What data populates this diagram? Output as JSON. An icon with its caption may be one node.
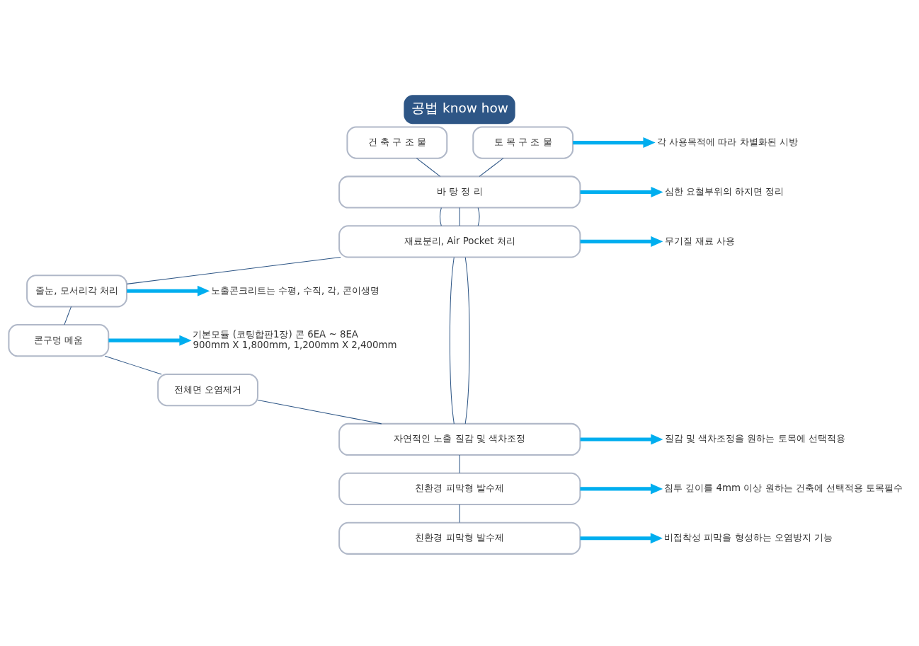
{
  "diagram": {
    "title": "공법 know how",
    "nodes": [
      {
        "text": [
          "건 축 구 조 물"
        ]
      },
      {
        "text": [
          "토 목 구 조 물"
        ]
      },
      {
        "text": [
          "바 탕 정 리"
        ]
      },
      {
        "text": [
          "재료분리, Air Pocket 처리"
        ]
      },
      {
        "text": [
          "줄눈, 모서리각 처리"
        ]
      },
      {
        "text": [
          "콘구멍 메움"
        ]
      },
      {
        "text": [
          "전체면 오염제거"
        ]
      },
      {
        "text": [
          "자연적인 노출 질감 및 색차조정"
        ]
      },
      {
        "text": [
          "친환경 피막형 발수제"
        ]
      },
      {
        "text": [
          "친환경 피막형 발수제"
        ]
      },
      {
        "text": [
          "각 사용목적에 따라 차별화된 시방"
        ]
      },
      {
        "text": [
          "심한 요철부위의 하지면 정리"
        ]
      },
      {
        "text": [
          "무기질 재료 사용"
        ]
      },
      {
        "text": [
          "노출콘크리트는 수평, 수직, 각, 콘이생명"
        ]
      },
      {
        "text": [
          "기본모듈 (코팅합판1장) 콘 6EA ~ 8EA",
          "900mm X 1,800mm, 1,200mm X 2,400mm"
        ]
      },
      {
        "text": [
          "질감 및 색차조정을 원하는 토목에 선택적용"
        ]
      },
      {
        "text": [
          "침투 깊이를 4mm 이상 원하는 건축에 선택적용 토목필수"
        ]
      },
      {
        "text": [
          "비접착성 피막을 형성하는 오염방지 기능"
        ]
      }
    ],
    "edges": [
      {
        "from": 0,
        "to": 2,
        "arrow": "none"
      },
      {
        "from": 1,
        "to": 2,
        "arrow": "none"
      },
      {
        "from": 2,
        "to": 3,
        "arrow": "none"
      },
      {
        "from": 2,
        "to": 3,
        "arrow": "none"
      },
      {
        "from": 2,
        "to": 3,
        "arrow": "none"
      },
      {
        "from": 3,
        "to": 4,
        "arrow": "none"
      },
      {
        "from": 3,
        "to": 7,
        "arrow": "none"
      },
      {
        "from": 3,
        "to": 7,
        "arrow": "none"
      },
      {
        "from": 4,
        "to": 5,
        "arrow": "none"
      },
      {
        "from": 5,
        "to": 6,
        "arrow": "none"
      },
      {
        "from": 6,
        "to": 7,
        "arrow": "none"
      },
      {
        "from": 7,
        "to": 8,
        "arrow": "none"
      },
      {
        "from": 8,
        "to": 9,
        "arrow": "none"
      },
      {
        "from": 1,
        "to": 10,
        "arrow": "to",
        "style": "thick",
        "color": "#00aeef"
      },
      {
        "from": 2,
        "to": 11,
        "arrow": "to",
        "style": "thick",
        "color": "#00aeef"
      },
      {
        "from": 3,
        "to": 12,
        "arrow": "to",
        "style": "thick",
        "color": "#00aeef"
      },
      {
        "from": 4,
        "to": 13,
        "arrow": "to",
        "style": "thick",
        "color": "#00aeef"
      },
      {
        "from": 5,
        "to": 14,
        "arrow": "to",
        "style": "thick",
        "color": "#00aeef"
      },
      {
        "from": 7,
        "to": 15,
        "arrow": "to",
        "style": "thick",
        "color": "#00aeef"
      },
      {
        "from": 8,
        "to": 16,
        "arrow": "to",
        "style": "thick",
        "color": "#00aeef"
      },
      {
        "from": 9,
        "to": 17,
        "arrow": "to",
        "style": "thick",
        "color": "#00aeef"
      }
    ]
  }
}
